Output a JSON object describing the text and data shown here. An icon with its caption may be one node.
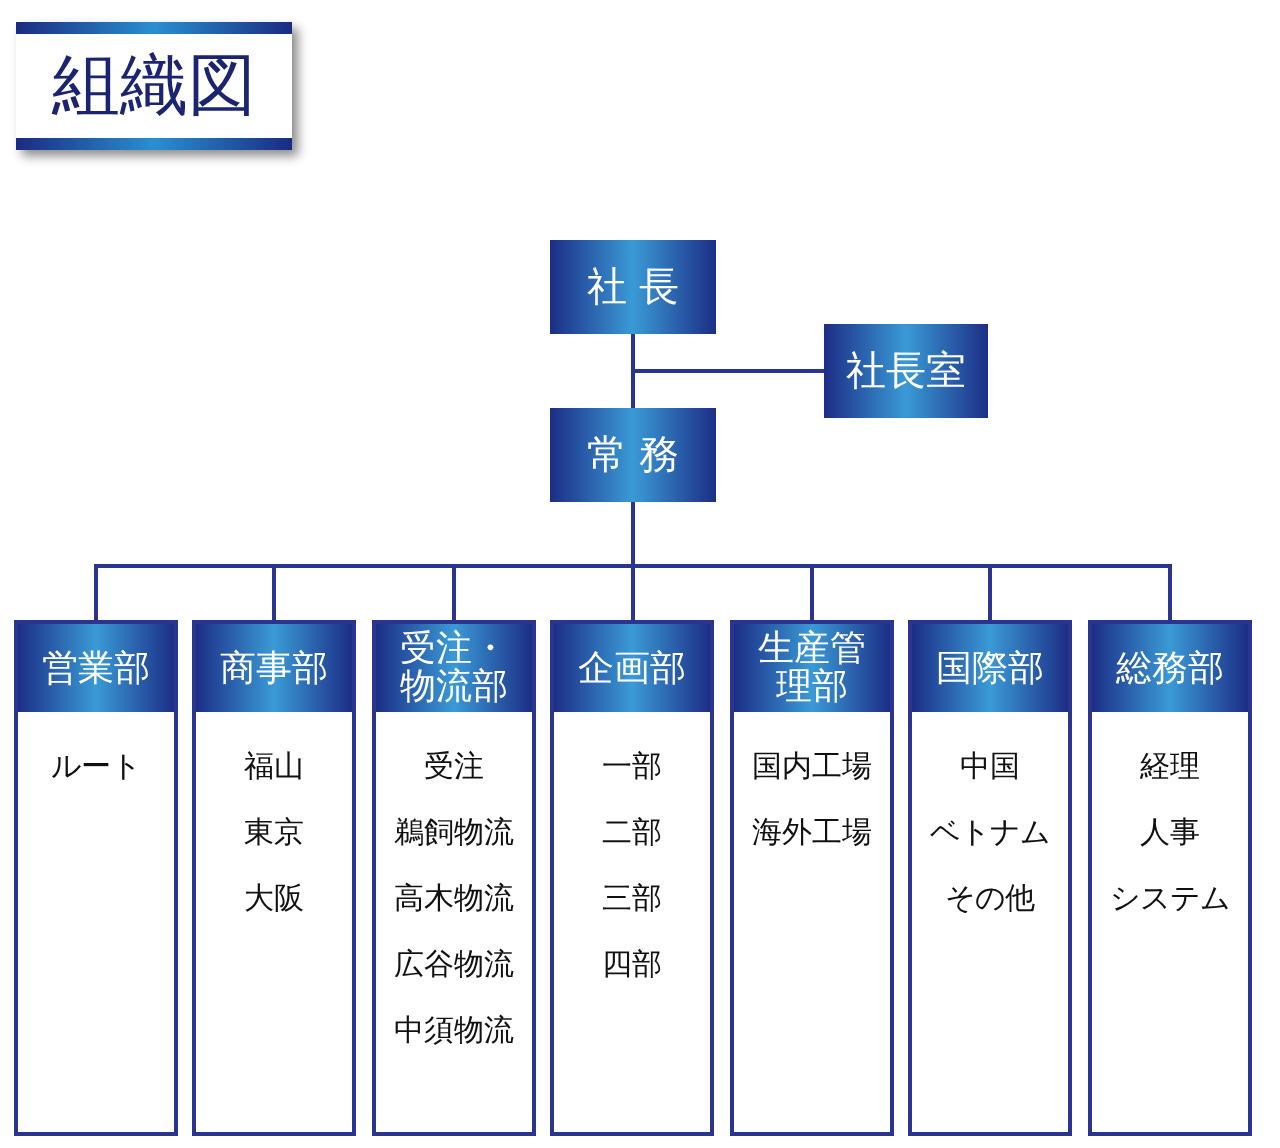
{
  "diagram": {
    "title": "組織図",
    "nodes": [
      {
        "text": [
          "社 長"
        ]
      },
      {
        "text": [
          "社長室"
        ]
      },
      {
        "text": [
          "常 務"
        ]
      },
      {
        "text": [
          "営業部",
          "ルート"
        ]
      },
      {
        "text": [
          "商事部",
          "福山",
          "東京",
          "大阪"
        ]
      },
      {
        "text": [
          "受注・物流部",
          "受注",
          "鵜飼物流",
          "高木物流",
          "広谷物流",
          "中須物流"
        ]
      },
      {
        "text": [
          "企画部",
          "一部",
          "二部",
          "三部",
          "四部"
        ]
      },
      {
        "text": [
          "生産管理部",
          "国内工場",
          "海外工場"
        ]
      },
      {
        "text": [
          "国際部",
          "中国",
          "ベトナム",
          "その他"
        ]
      },
      {
        "text": [
          "総務部",
          "経理",
          "人事",
          "システム"
        ]
      }
    ],
    "edges": [
      {
        "from": 0,
        "to": 2,
        "arrow": "none"
      },
      {
        "from": 0,
        "to": 1,
        "arrow": "none"
      },
      {
        "from": 2,
        "to": 3,
        "arrow": "none"
      },
      {
        "from": 2,
        "to": 4,
        "arrow": "none"
      },
      {
        "from": 2,
        "to": 5,
        "arrow": "none"
      },
      {
        "from": 2,
        "to": 6,
        "arrow": "none"
      },
      {
        "from": 2,
        "to": 7,
        "arrow": "none"
      },
      {
        "from": 2,
        "to": 8,
        "arrow": "none"
      },
      {
        "from": 2,
        "to": 9,
        "arrow": "none"
      }
    ]
  }
}
